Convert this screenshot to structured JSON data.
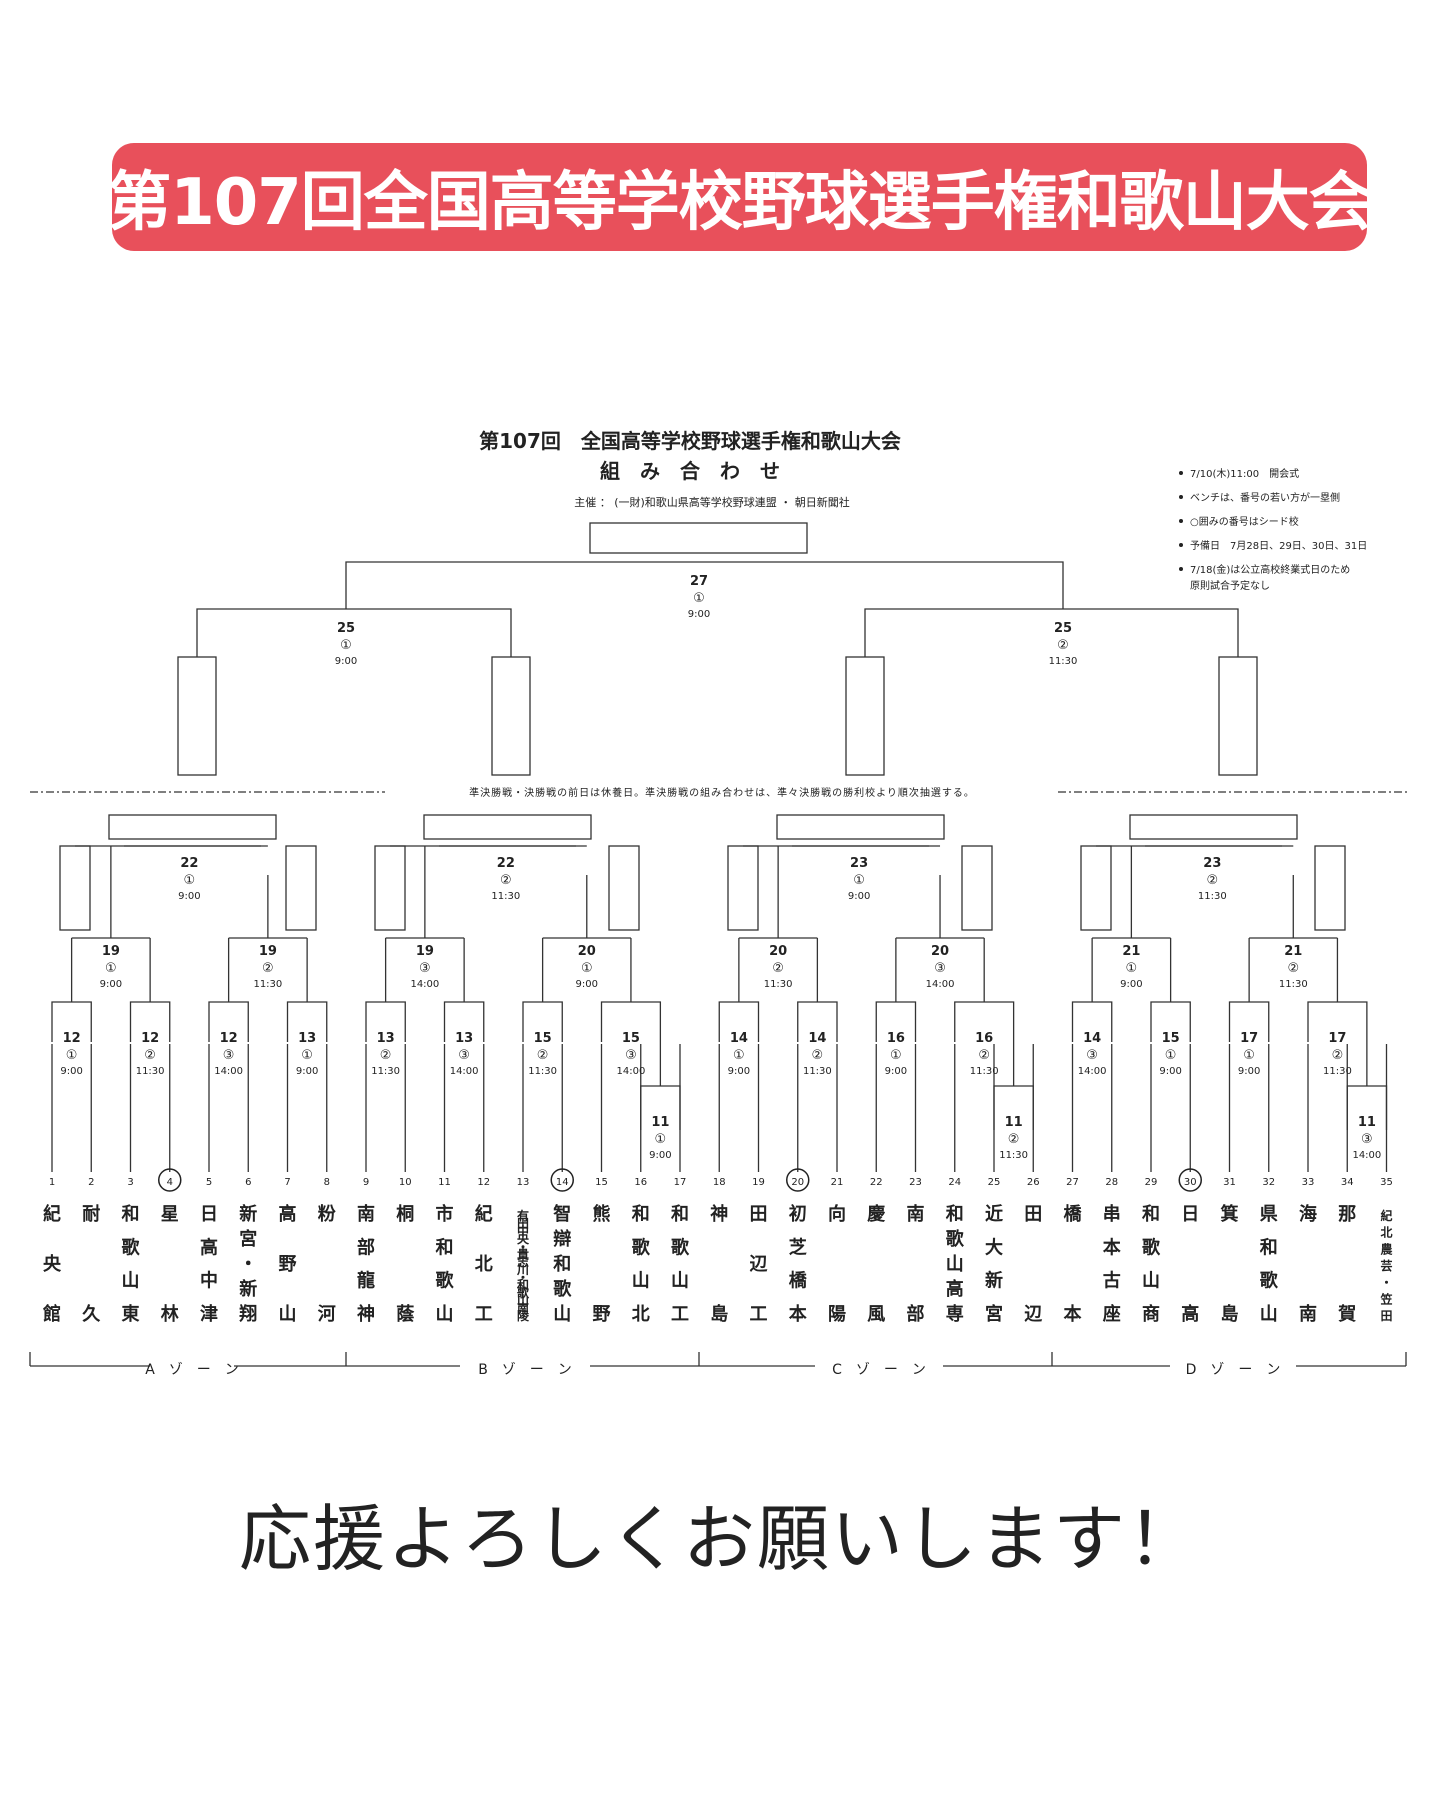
{
  "banner": {
    "title": "第107回全国高等学校野球選手権和歌山大会"
  },
  "sheet": {
    "title": "第107回　全国高等学校野球選手権和歌山大会",
    "subtitle": "組　み　合　わ　せ",
    "organizer": "主催 ： (一財)和歌山県高等学校野球連盟 ・ 朝日新聞社",
    "notes": [
      "7/10(木)11:00　開会式",
      "ベンチは、番号の若い方が一塁側",
      "○囲みの番号はシード校",
      "予備日　7月28日、29日、30日、31日",
      "7/18(金)は公立高校終業式日のため",
      "原則試合予定なし"
    ],
    "divider_text": "準決勝戦・決勝戦の前日は休養日。準決勝戦の組み合わせは、準々決勝戦の勝利校より順次抽選する。",
    "zones": [
      "A　ゾ　ー　ン",
      "B　ゾ　ー　ン",
      "C　ゾ　ー　ン",
      "D　ゾ　ー　ン"
    ]
  },
  "teams": [
    {
      "no": "1",
      "name": "紀央館",
      "seed": false
    },
    {
      "no": "2",
      "name": "耐久",
      "seed": false
    },
    {
      "no": "3",
      "name": "和歌山東",
      "seed": false
    },
    {
      "no": "4",
      "name": "星林",
      "seed": true
    },
    {
      "no": "5",
      "name": "日高中津",
      "seed": false
    },
    {
      "no": "6",
      "name": "新宮・新翔",
      "seed": false
    },
    {
      "no": "7",
      "name": "高野山",
      "seed": false
    },
    {
      "no": "8",
      "name": "粉河",
      "seed": false
    },
    {
      "no": "9",
      "name": "南部龍神",
      "seed": false
    },
    {
      "no": "10",
      "name": "桐蔭",
      "seed": false
    },
    {
      "no": "11",
      "name": "市和歌山",
      "seed": false
    },
    {
      "no": "12",
      "name": "紀北工",
      "seed": false
    },
    {
      "no": "13",
      "name": "有田中央・貴志川・和歌山南陵",
      "seed": false
    },
    {
      "no": "14",
      "name": "智辯和歌山",
      "seed": true
    },
    {
      "no": "15",
      "name": "熊野",
      "seed": false
    },
    {
      "no": "16",
      "name": "和歌山北",
      "seed": false
    },
    {
      "no": "17",
      "name": "和歌山工",
      "seed": false
    },
    {
      "no": "18",
      "name": "神島",
      "seed": false
    },
    {
      "no": "19",
      "name": "田辺工",
      "seed": false
    },
    {
      "no": "20",
      "name": "初芝橋本",
      "seed": true
    },
    {
      "no": "21",
      "name": "向陽",
      "seed": false
    },
    {
      "no": "22",
      "name": "慶風",
      "seed": false
    },
    {
      "no": "23",
      "name": "南部",
      "seed": false
    },
    {
      "no": "24",
      "name": "和歌山高専",
      "seed": false
    },
    {
      "no": "25",
      "name": "近大新宮",
      "seed": false
    },
    {
      "no": "26",
      "name": "田辺",
      "seed": false
    },
    {
      "no": "27",
      "name": "橋本",
      "seed": false
    },
    {
      "no": "28",
      "name": "串本古座",
      "seed": false
    },
    {
      "no": "29",
      "name": "和歌山商",
      "seed": false
    },
    {
      "no": "30",
      "name": "日高",
      "seed": true
    },
    {
      "no": "31",
      "name": "箕島",
      "seed": false
    },
    {
      "no": "32",
      "name": "県和歌山",
      "seed": false
    },
    {
      "no": "33",
      "name": "海南",
      "seed": false
    },
    {
      "no": "34",
      "name": "那賀",
      "seed": false
    },
    {
      "no": "35",
      "name": "紀北農芸・笠田",
      "seed": false
    }
  ],
  "games": [
    {
      "id": "r1-34",
      "day": "11",
      "field": "①",
      "time": "9:00"
    },
    {
      "id": "r1-45",
      "day": "11",
      "field": "②",
      "time": "11:30"
    },
    {
      "id": "r1-56",
      "day": "11",
      "field": "③",
      "time": "14:00"
    },
    {
      "id": "r2-12",
      "day": "12",
      "field": "①",
      "time": "9:00"
    },
    {
      "id": "r2-34",
      "day": "12",
      "field": "②",
      "time": "11:30"
    },
    {
      "id": "r2-56",
      "day": "12",
      "field": "③",
      "time": "14:00"
    },
    {
      "id": "r2-78",
      "day": "13",
      "field": "①",
      "time": "9:00"
    },
    {
      "id": "r2-910",
      "day": "13",
      "field": "②",
      "time": "11:30"
    },
    {
      "id": "r2-1112",
      "day": "13",
      "field": "③",
      "time": "14:00"
    },
    {
      "id": "r2-1314",
      "day": "15",
      "field": "②",
      "time": "11:30"
    },
    {
      "id": "r2-15w",
      "day": "15",
      "field": "③",
      "time": "14:00"
    },
    {
      "id": "r2-1819",
      "day": "14",
      "field": "①",
      "time": "9:00"
    },
    {
      "id": "r2-2021",
      "day": "14",
      "field": "②",
      "time": "11:30"
    },
    {
      "id": "r2-2223",
      "day": "16",
      "field": "①",
      "time": "9:00"
    },
    {
      "id": "r2-24w",
      "day": "16",
      "field": "②",
      "time": "11:30"
    },
    {
      "id": "r2-2728",
      "day": "14",
      "field": "③",
      "time": "14:00"
    },
    {
      "id": "r2-2930",
      "day": "15",
      "field": "①",
      "time": "9:00"
    },
    {
      "id": "r2-3132",
      "day": "17",
      "field": "①",
      "time": "9:00"
    },
    {
      "id": "r2-33w",
      "day": "17",
      "field": "②",
      "time": "11:30"
    },
    {
      "id": "r3-a1",
      "day": "19",
      "field": "①",
      "time": "9:00"
    },
    {
      "id": "r3-a2",
      "day": "19",
      "field": "②",
      "time": "11:30"
    },
    {
      "id": "r3-b1",
      "day": "19",
      "field": "③",
      "time": "14:00"
    },
    {
      "id": "r3-b2",
      "day": "20",
      "field": "①",
      "time": "9:00"
    },
    {
      "id": "r3-c1",
      "day": "20",
      "field": "②",
      "time": "11:30"
    },
    {
      "id": "r3-c2",
      "day": "20",
      "field": "③",
      "time": "14:00"
    },
    {
      "id": "r3-d1",
      "day": "21",
      "field": "①",
      "time": "9:00"
    },
    {
      "id": "r3-d2",
      "day": "21",
      "field": "②",
      "time": "11:30"
    },
    {
      "id": "qf-a",
      "day": "22",
      "field": "①",
      "time": "9:00"
    },
    {
      "id": "qf-b",
      "day": "22",
      "field": "②",
      "time": "11:30"
    },
    {
      "id": "qf-c",
      "day": "23",
      "field": "①",
      "time": "9:00"
    },
    {
      "id": "qf-d",
      "day": "23",
      "field": "②",
      "time": "11:30"
    },
    {
      "id": "sf-1",
      "day": "25",
      "field": "①",
      "time": "9:00"
    },
    {
      "id": "sf-2",
      "day": "25",
      "field": "②",
      "time": "11:30"
    },
    {
      "id": "final",
      "day": "27",
      "field": "①",
      "time": "9:00"
    }
  ],
  "footer": {
    "message": "応援よろしくお願いします！"
  }
}
